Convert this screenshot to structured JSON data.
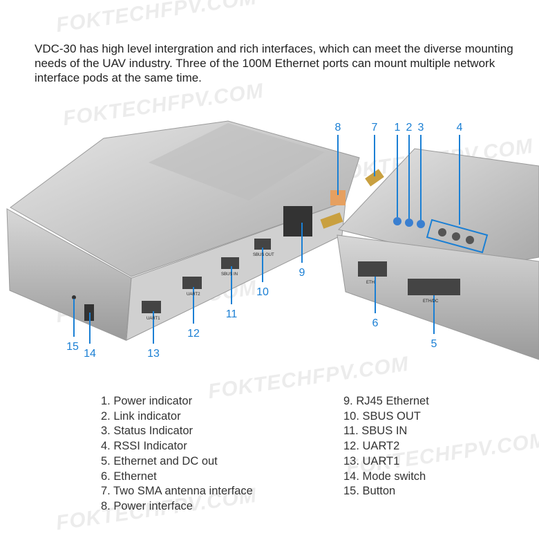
{
  "watermark": "FOKTECHFPV.COM",
  "intro": "VDC-30 has high level intergration and rich interfaces, which can meet the diverse mounting needs of the UAV industry. Three of the 100M Ethernet ports can mount multiple network interface pods at the same time.",
  "colors": {
    "callout": "#1a7fd4",
    "device": "#c8c8c8",
    "text": "#333333"
  },
  "port_labels": {
    "uart1": "UART1",
    "uart2": "UART2",
    "sbus_in": "SBUS IN",
    "sbus_out": "SBUS OUT",
    "eth": "ETH",
    "eth_dc": "ETH/DC"
  },
  "callouts": [
    "1",
    "2",
    "3",
    "4",
    "5",
    "6",
    "7",
    "8",
    "9",
    "10",
    "11",
    "12",
    "13",
    "14",
    "15"
  ],
  "legend_left": [
    "1. Power indicator",
    "2. Link indicator",
    "3. Status Indicator",
    "4. RSSI Indicator",
    "5. Ethernet and DC out",
    "6. Ethernet",
    "7. Two SMA antenna interface",
    "8. Power interface"
  ],
  "legend_right": [
    "9. RJ45 Ethernet",
    "10. SBUS OUT",
    "11. SBUS IN",
    "12. UART2",
    "13. UART1",
    "14. Mode switch",
    "15. Button"
  ]
}
